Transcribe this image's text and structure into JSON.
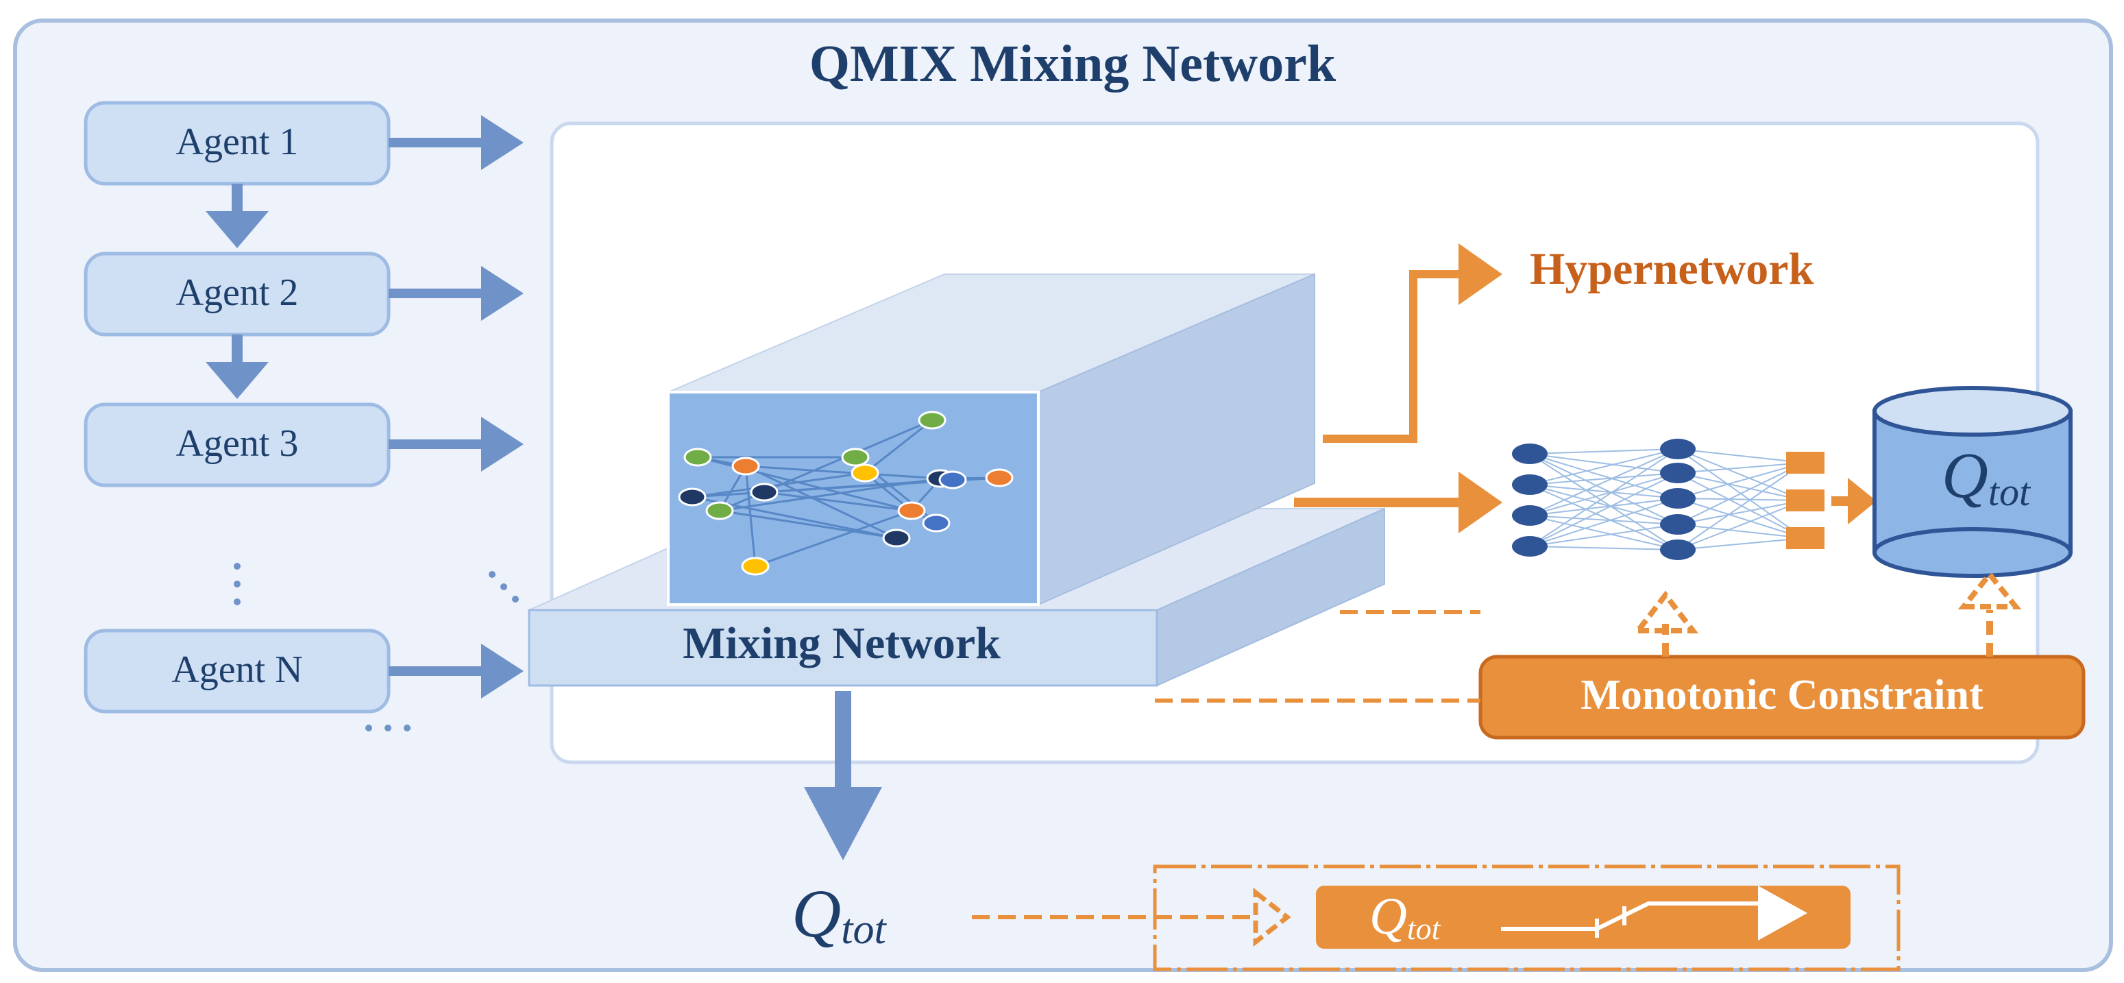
{
  "title": "QMIX Mixing Network",
  "agents": [
    {
      "label": "Agent 1"
    },
    {
      "label": "Agent 2"
    },
    {
      "label": "Agent 3"
    },
    {
      "label": "Agent N"
    }
  ],
  "mixing_network": {
    "label": "Mixing Network"
  },
  "hypernetwork": {
    "label": "Hypernetwork"
  },
  "monotonic_constraint": {
    "label": "Monotonic Constraint"
  },
  "q_total": {
    "symbol": "Q",
    "subscript": "tot"
  },
  "colors": {
    "background_panel": "#eef2fa",
    "panel_border": "#a9bfe0",
    "agent_fill": "#cfe0f5",
    "blue_arrow": "#6f93c8",
    "orange": "#e8903c",
    "orange_text": "#c7601a",
    "navy_text": "#1e3f6b",
    "graph_face": "#8db6e6",
    "node_navy": "#2f5597",
    "node_green": "#70ad47",
    "node_orange": "#ed7d31",
    "node_yellow": "#ffc000",
    "node_dark": "#1f3864",
    "node_blue": "#4472c4"
  }
}
